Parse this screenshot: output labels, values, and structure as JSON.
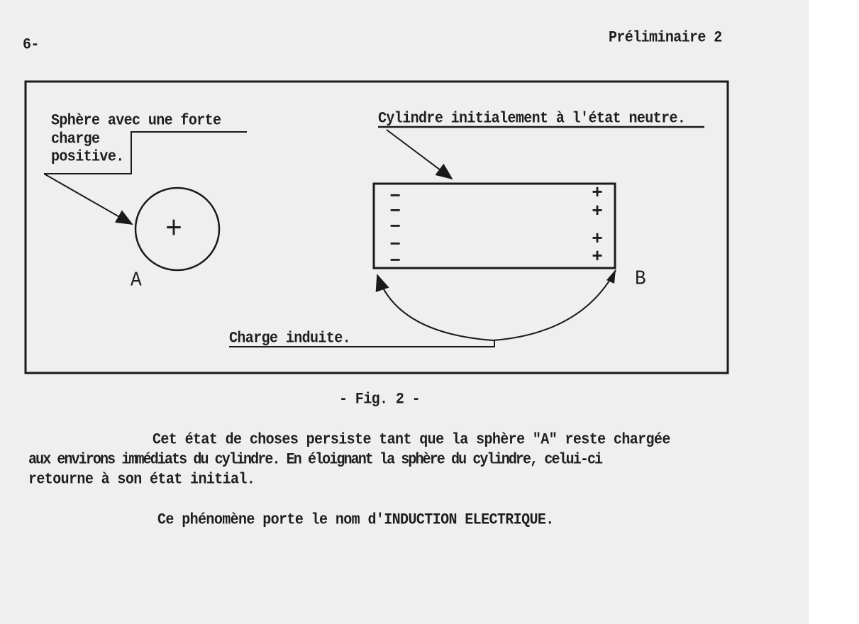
{
  "header": {
    "page_number": "6-",
    "section": "Préliminaire 2"
  },
  "figure": {
    "label_sphere_lines": [
      "Sphère avec une forte",
      "charge",
      "positive."
    ],
    "label_cylinder": "Cylindre initialement à l'état neutre.",
    "label_induced": "Charge induite.",
    "sphere_name": "A",
    "cylinder_name": "B",
    "sphere_charge": "+",
    "negative_charges": [
      "−",
      "−",
      "−",
      "−",
      "−"
    ],
    "positive_charges": [
      "+",
      "+",
      "+",
      "+"
    ],
    "caption": "- Fig. 2 -"
  },
  "body": {
    "paragraph_lines": [
      "Cet état de choses persiste tant que la sphère \"A\" reste chargée",
      "aux environs immédiats du cylindre. En éloignant la sphère du cylindre, celui-ci",
      "retourne à son état initial."
    ],
    "conclusion": "Ce phénomène porte le nom d'INDUCTION ELECTRIQUE."
  }
}
